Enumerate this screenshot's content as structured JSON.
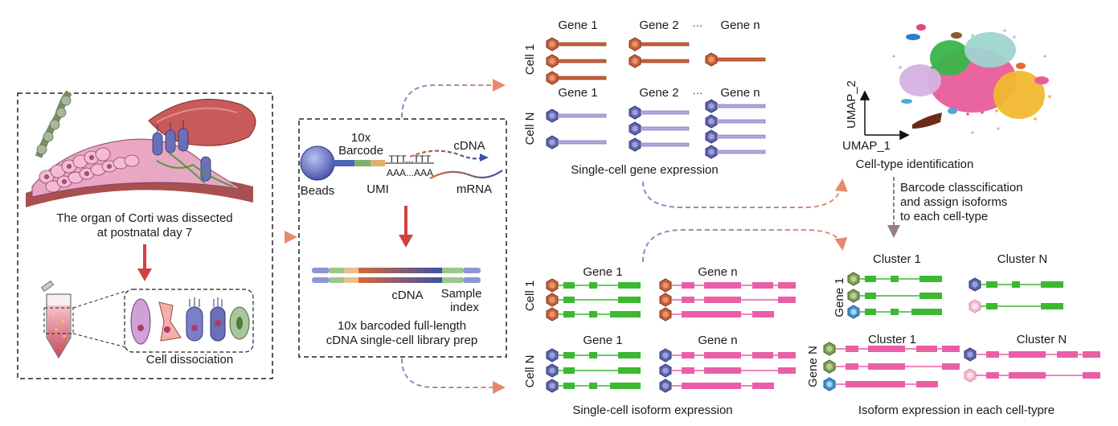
{
  "panel_dissection": {
    "caption_line1": "The organ of Corti was dissected",
    "caption_line2": "at postnatal day 7",
    "dissociation_label": "Cell dissociation"
  },
  "panel_library": {
    "barcode_10x": "10x",
    "barcode_label": "Barcode",
    "beads_label": "Beads",
    "umi_label": "UMI",
    "polyT": "TTT...TTT",
    "polyA": "AAA...AAA",
    "cdna_top": "cDNA",
    "mrna": "mRNA",
    "cdna_bottom": "cDNA",
    "sample_index_line1": "Sample",
    "sample_index_line2": "index",
    "caption_line1": "10x barcoded full-length",
    "caption_line2": "cDNA single-cell library prep"
  },
  "panel_gene_expression": {
    "cell1": "Cell 1",
    "cellN": "Cell N",
    "gene1": "Gene 1",
    "gene2": "Gene 2",
    "ellipsis": "···",
    "genen": "Gene n",
    "caption": "Single-cell gene expression"
  },
  "panel_isoform_expression": {
    "cell1": "Cell 1",
    "cellN": "Cell N",
    "gene1": "Gene 1",
    "genen": "Gene n",
    "caption": "Single-cell isoform expression"
  },
  "panel_umap": {
    "y_axis": "UMAP_2",
    "x_axis": "UMAP_1",
    "caption": "Cell-type identification"
  },
  "step_text": {
    "line1": "Barcode classcification",
    "line2": "and assign isoforms",
    "line3": "to each cell-type"
  },
  "panel_cluster": {
    "cluster1": "Cluster 1",
    "clusterN": "Cluster N",
    "gene1": "Gene 1",
    "geneN": "Gene N",
    "caption": "Isoform expression in each cell-typre"
  },
  "colors": {
    "orange_bead": "#c8603a",
    "purple_bead": "#5f64a8",
    "green_exon": "#3cb832",
    "pink_exon": "#e95fa6",
    "dashed_arrow_blue": "#7b8ec4",
    "dashed_arrow_orange": "#e58a6e",
    "red_arrow": "#d24040"
  }
}
